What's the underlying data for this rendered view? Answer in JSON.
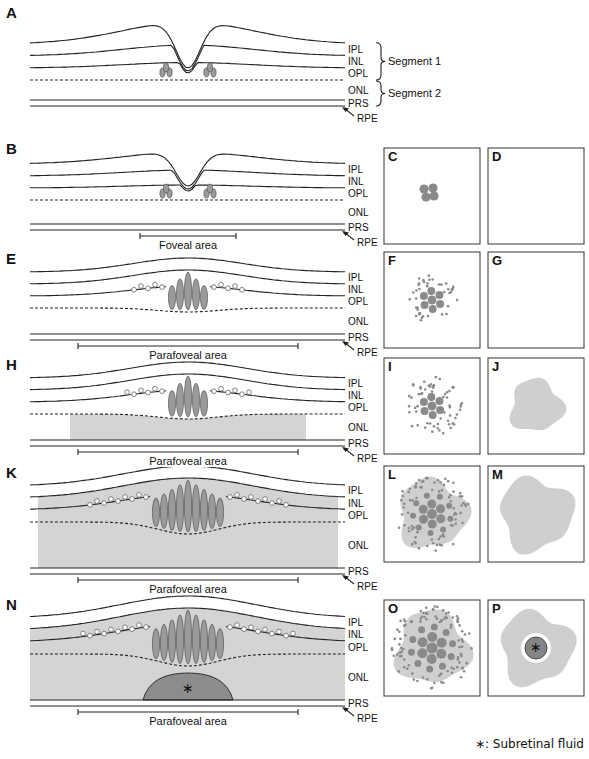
{
  "diagram": {
    "labels": [
      "A",
      "IPL",
      "INL",
      "OPL",
      "ONL",
      "PRS",
      "RPE",
      "Segment 1",
      "Segment 2",
      "B",
      "IPL",
      "INL",
      "OPL",
      "ONL",
      "PRS",
      "RPE",
      "Foveal area",
      "C",
      "D",
      "E",
      "IPL",
      "INL",
      "OPL",
      "ONL",
      "PRS",
      "RPE",
      "Parafoveal area",
      "F",
      "G",
      "H",
      "IPL",
      "INL",
      "OPL",
      "ONL",
      "PRS",
      "RPE",
      "Parafoveal area",
      "I",
      "J",
      "K",
      "IPL",
      "INL",
      "OPL",
      "ONL",
      "PRS",
      "RPE",
      "Parafoveal area",
      "L",
      "M",
      "N",
      "IPL",
      "INL",
      "OPL",
      "ONL",
      "PRS",
      "RPE",
      "Parafoveal area",
      "∗",
      "O",
      "P",
      "∗",
      "∗: Subretinal fluid"
    ]
  }
}
